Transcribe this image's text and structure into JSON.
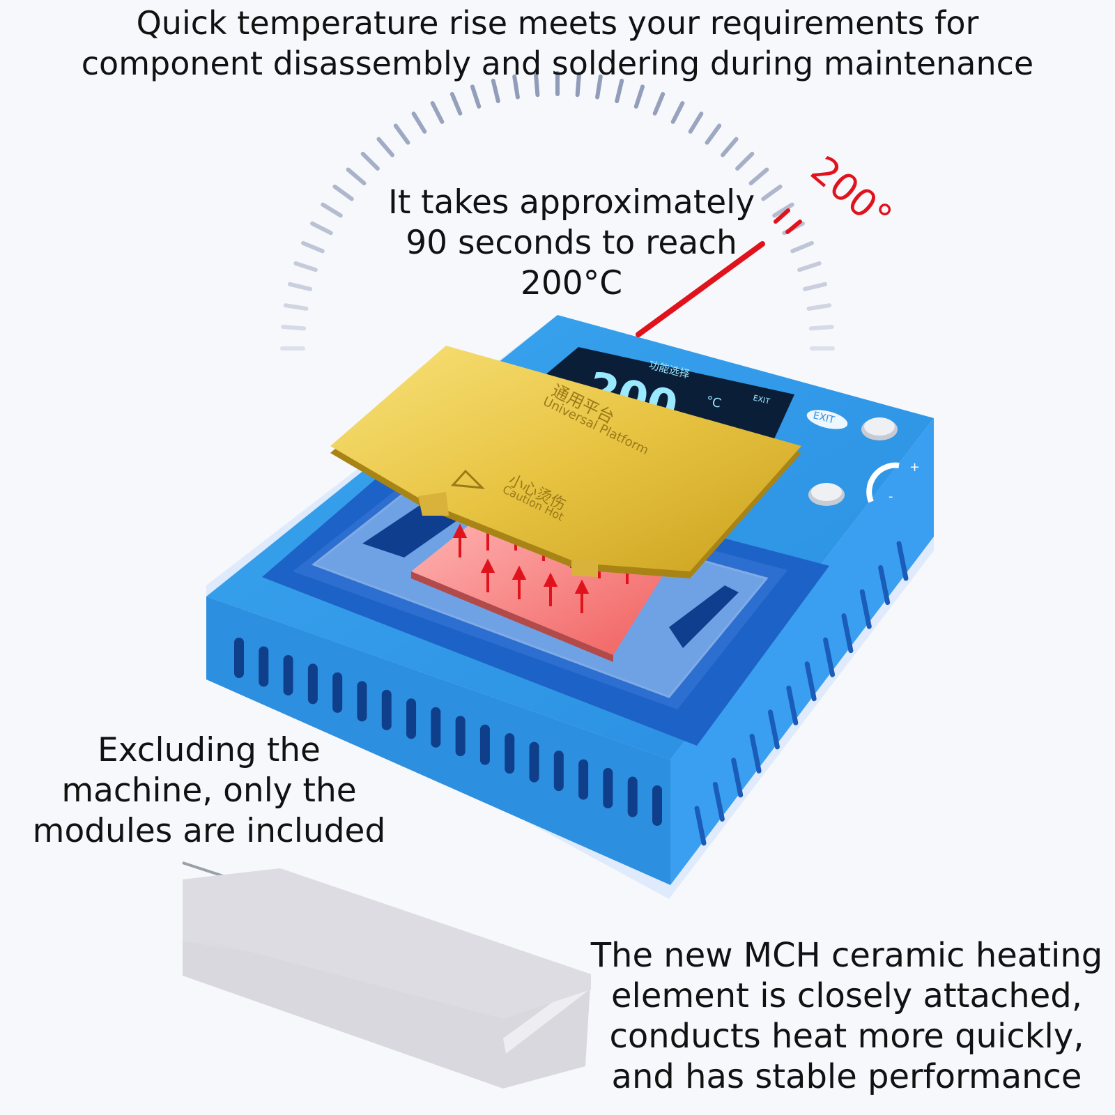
{
  "headline": {
    "line1": "Quick temperature rise meets your requirements for",
    "line2": "component disassembly and soldering during maintenance"
  },
  "gauge": {
    "temperature_label": "200°",
    "needle_color": "#e0131d",
    "tick_color": "#8f9bb8"
  },
  "callout_time": {
    "line1": "It takes approximately",
    "line2": "90 seconds to reach",
    "line3": "200°C"
  },
  "device": {
    "body_color": "#2f9be8",
    "screen_title": "功能选择",
    "screen_readout": "200",
    "screen_unit": "°C",
    "screen_exit": "EXIT",
    "exit_button_label": "EXIT",
    "plus_label": "+",
    "minus_label": "-"
  },
  "plate": {
    "color": "#e9c84a",
    "title_cn": "通用平台",
    "title_en": "Universal Platform",
    "warning_cn": "小心烫伤",
    "warning_en": "Caution Hot"
  },
  "callout_modules": {
    "line1": "Excluding the",
    "line2": "machine, only the",
    "line3": "modules are included"
  },
  "callout_mch": {
    "line1": "The new MCH ceramic heating",
    "line2": "element is closely attached,",
    "line3": "conducts heat more quickly,",
    "line4": "and has stable performance"
  }
}
